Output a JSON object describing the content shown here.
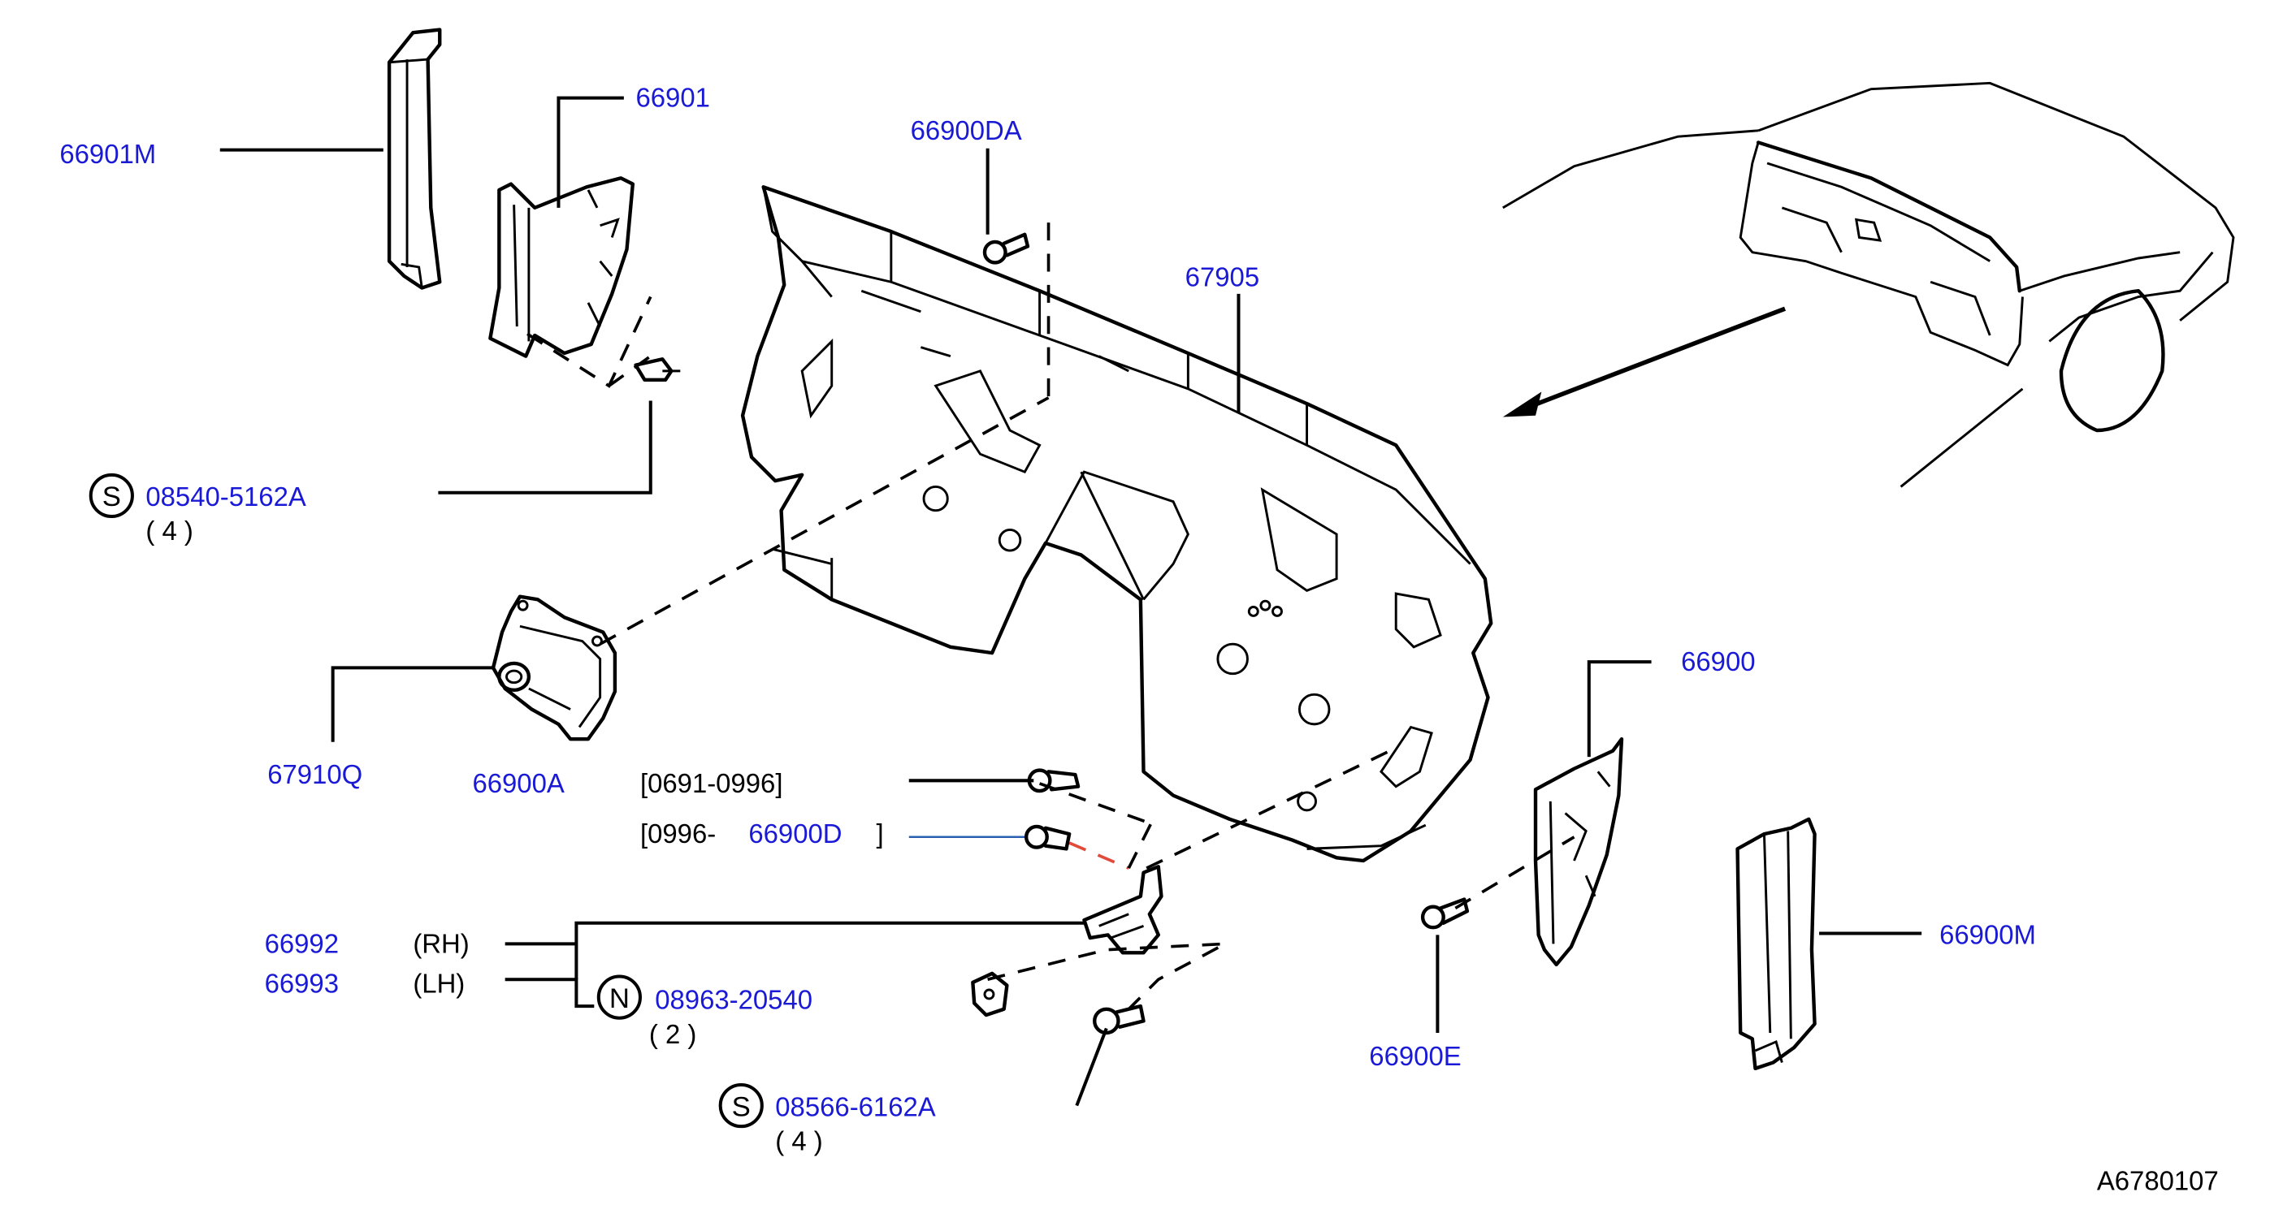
{
  "labels": {
    "p66901M": "66901M",
    "p66901": "66901",
    "p66900DA": "66900DA",
    "p67905": "67905",
    "s1_part": "08540-5162A",
    "s1_qty": "( 4 )",
    "p67910Q": "67910Q",
    "p66900A": "66900A",
    "date_range_1": "[0691-0996]",
    "date_range_2_open": "[0996-",
    "p66900D": "66900D",
    "date_range_2_close": "]",
    "p66900": "66900",
    "p66992": "66992",
    "rh": "(RH)",
    "p66993": "66993",
    "lh": "(LH)",
    "n1_part": "08963-20540",
    "n1_qty": "( 2 )",
    "p66900M": "66900M",
    "p66900E": "66900E",
    "s2_part": "08566-6162A",
    "s2_qty": "( 4 )",
    "drawing_number": "A6780107"
  },
  "symbols": {
    "screw": "S",
    "nut": "N"
  },
  "colors": {
    "part_number": "#1a1ad6",
    "text": "#000000",
    "leader_alt": "#e24a3a"
  }
}
